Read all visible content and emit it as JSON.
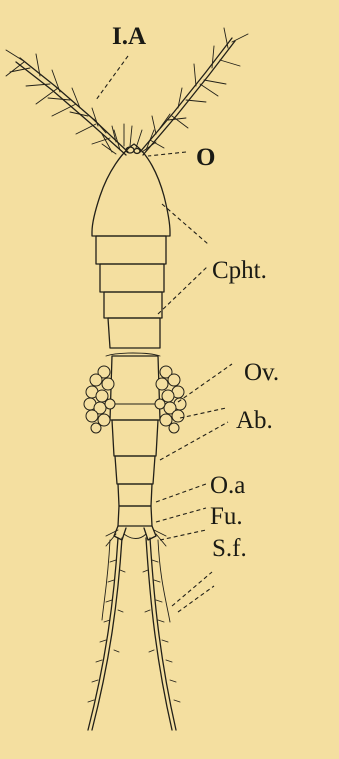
{
  "labels": {
    "first_antenna": "I.A",
    "eye": "O",
    "cephalothorax": "Cpht.",
    "ovisac": "Ov.",
    "abdomen": "Ab.",
    "oa": "O.a",
    "furca": "Fu.",
    "setae_furcales": "S.f."
  },
  "colors": {
    "background": "#f4dfa0",
    "ink": "#222018"
  }
}
